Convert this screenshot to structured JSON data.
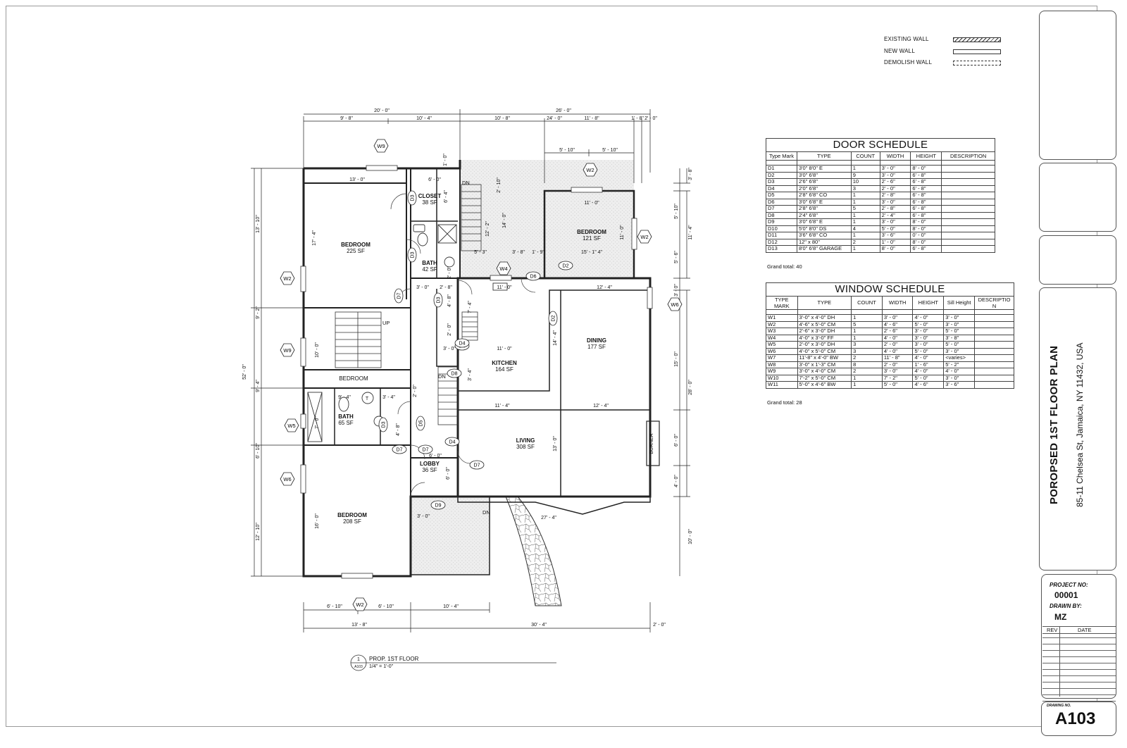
{
  "legend": [
    {
      "label": "EXISTING WALL",
      "style": "existing"
    },
    {
      "label": "NEW WALL",
      "style": "new"
    },
    {
      "label": "DEMOLISH WALL",
      "style": "demolish"
    }
  ],
  "door_schedule": {
    "title": "DOOR SCHEDULE",
    "headers": [
      "Type Mark",
      "TYPE",
      "COUNT",
      "WIDTH",
      "HEIGHT",
      "DESCRIPTION"
    ],
    "rows": [
      [
        "D1",
        "3'0\" 8'0\" E",
        "1",
        "3' - 0\"",
        "8' - 0\"",
        ""
      ],
      [
        "D2",
        "3'0\" 6'8\"",
        "9",
        "3' - 0\"",
        "6' - 8\"",
        ""
      ],
      [
        "D3",
        "2'6\" 6'8\"",
        "10",
        "2' - 6\"",
        "6' - 8\"",
        ""
      ],
      [
        "D4",
        "2'0\" 6'8\"",
        "3",
        "2' - 0\"",
        "6' - 8\"",
        ""
      ],
      [
        "D5",
        "2'8\" 6'8\" CO",
        "1",
        "2' - 8\"",
        "6' - 8\"",
        ""
      ],
      [
        "D6",
        "3'0\" 6'8\" E",
        "1",
        "3' - 0\"",
        "6' - 8\"",
        ""
      ],
      [
        "D7",
        "2'8\" 6'8\"",
        "5",
        "2' - 8\"",
        "6' - 8\"",
        ""
      ],
      [
        "D8",
        "2'4\" 6'8\"",
        "1",
        "2' - 4\"",
        "6' - 8\"",
        ""
      ],
      [
        "D9",
        "3'0\" 6'8\" E",
        "1",
        "3' - 0\"",
        "8' - 0\"",
        ""
      ],
      [
        "D10",
        "5'0\" 8'0\" DS",
        "4",
        "5' - 0\"",
        "8' - 0\"",
        ""
      ],
      [
        "D11",
        "3'6\" 6'8\" CO",
        "1",
        "3' - 6\"",
        "0' - 0\"",
        ""
      ],
      [
        "D12",
        "12\" x 80\"",
        "2",
        "1' - 0\"",
        "8' - 0\"",
        ""
      ],
      [
        "D13",
        "8'0\" 6'8\" GARAGE",
        "1",
        "8' - 0\"",
        "6' - 8\"",
        ""
      ]
    ],
    "grand_total": "Grand total: 40"
  },
  "window_schedule": {
    "title": "WINDOW SCHEDULE",
    "headers": [
      "TYPE MARK",
      "TYPE",
      "COUNT",
      "WIDTH",
      "HEIGHT",
      "Sill Height",
      "DESCRIPTIO N"
    ],
    "rows": [
      [
        "W1",
        "3'-0\" x 4'-0\" DH",
        "1",
        "3' - 0\"",
        "4' - 0\"",
        "3' - 0\"",
        ""
      ],
      [
        "W2",
        "4'-6\" x 5'-0\" CM",
        "5",
        "4' - 6\"",
        "5' - 0\"",
        "3' - 0\"",
        ""
      ],
      [
        "W3",
        "2'-6\" x 3'-0\" DH",
        "1",
        "2' - 6\"",
        "3' - 0\"",
        "5' - 0\"",
        ""
      ],
      [
        "W4",
        "4'-0\" x 3'-0\" FF",
        "1",
        "4' - 0\"",
        "3' - 0\"",
        "3' - 8\"",
        ""
      ],
      [
        "W5",
        "2'-0\" x 3'-0\" DH",
        "3",
        "2' - 0\"",
        "3' - 0\"",
        "5' - 0\"",
        ""
      ],
      [
        "W6",
        "4'-0\" x 5'-0\" CM",
        "3",
        "4' - 0\"",
        "5' - 0\"",
        "3' - 0\"",
        ""
      ],
      [
        "W7",
        "11'-8\" x 4'-0\" BW",
        "2",
        "11' - 8\"",
        "4' - 0\"",
        "<varies>",
        ""
      ],
      [
        "W8",
        "3'-0\" x 1'-3\" CM",
        "8",
        "2' - 0\"",
        "1' - 6\"",
        "5' - 2\"",
        ""
      ],
      [
        "W9",
        "3'-0\" x 4'-0\" CM",
        "2",
        "3' - 0\"",
        "4' - 0\"",
        "4' - 0\"",
        ""
      ],
      [
        "W10",
        "7'-2\" x 5'-0\" CM",
        "1",
        "7' - 2\"",
        "5' - 0\"",
        "3' - 0\"",
        ""
      ],
      [
        "W11",
        "5'-0\" x 4'-6\" BW",
        "1",
        "5' - 0\"",
        "4' - 6\"",
        "3' - 6\"",
        ""
      ]
    ],
    "grand_total": "Grand total: 28"
  },
  "title_block": {
    "project_no_label": "PROJECT NO:",
    "project_no": "00001",
    "drawn_by_label": "DRAWN BY:",
    "drawn_by": "MZ",
    "rev_label": "REV",
    "date_label": "DATE",
    "drawing_no_label": "DRAWING NO.",
    "drawing_no": "A103",
    "sheet_title": "POROPSED 1ST FLOOR PLAN",
    "address": "85-11 Chelsea St, Jamaica, NY 11432, USA"
  },
  "view_title": {
    "number": "1",
    "sheet_ref": "A103",
    "name": "PROP. 1ST FLOOR",
    "scale": "1/4\" = 1'-0\""
  },
  "rooms": [
    {
      "name": "BEDROOM",
      "area": "225 SF"
    },
    {
      "name": "CLOSET",
      "area": "38 SF"
    },
    {
      "name": "BATH",
      "area": "42 SF"
    },
    {
      "name": "BEDROOM",
      "area": "121 SF"
    },
    {
      "name": "KITCHEN",
      "area": "164 SF"
    },
    {
      "name": "DINING",
      "area": "177 SF"
    },
    {
      "name": "BEDROOM",
      "area": ""
    },
    {
      "name": "BATH",
      "area": "65 SF"
    },
    {
      "name": "LIVING",
      "area": "308 SF"
    },
    {
      "name": "LOBBY",
      "area": "36 SF"
    },
    {
      "name": "BEDROOM",
      "area": "208 SF"
    }
  ],
  "plan_labels": {
    "dn1": "DN",
    "dn2": "DN",
    "dn3": "DN",
    "up": "UP",
    "burner": "BURNER",
    "toilet_t": "T"
  },
  "tags": {
    "windows": [
      "W9",
      "W2",
      "W2",
      "W9",
      "W2",
      "W5",
      "W6",
      "W4",
      "W6",
      "W2"
    ],
    "doors": [
      "D3",
      "D3",
      "D7",
      "D3",
      "D2",
      "D6",
      "D2",
      "D4",
      "D8",
      "D4",
      "D3",
      "D5",
      "D7",
      "D7",
      "D4",
      "D7",
      "D9"
    ]
  },
  "dimensions": {
    "top": [
      "20' - 0\"",
      "26' - 0\"",
      "9' - 8\"",
      "10' - 4\"",
      "10' - 8\"",
      "24' - 0\"",
      "11' - 8\"",
      "1' - 8\"",
      "2' - 0\"",
      "5' - 10\"",
      "5' - 10\""
    ],
    "left": [
      "52' - 0\"",
      "13' - 10\"",
      "9' - 2\"",
      "9' - 4\"",
      "6' - 10\"",
      "12' - 10\""
    ],
    "right": [
      "3' - 8\"",
      "5' - 10\"",
      "11' - 4\"",
      "5' - 6\"",
      "3' - 0\"",
      "15' - 0\"",
      "28' - 0\"",
      "6' - 0\"",
      "4' - 0\"",
      "10' - 0\""
    ],
    "bottom": [
      "6' - 10\"",
      "6' - 10\"",
      "10' - 4\"",
      "13' - 8\"",
      "30' - 4\"",
      "2' - 0\""
    ],
    "interior": [
      "13' - 0\"",
      "6' - 0\"",
      "6' - 4\"",
      "17' - 4\"",
      "1' - 0\"",
      "2' - 10\"",
      "12' - 2\"",
      "14' - 0\"",
      "5' - 3\"",
      "3' - 8\"",
      "1' - 9\"",
      "11' - 0\"",
      "15' - 1\" 4\"",
      "11' - 0\"",
      "2' - 0\"",
      "3' - 0\"",
      "2' - 8\"",
      "4' - 8\"",
      "11' - 0\"",
      "12' - 4\"",
      "7' - 4\"",
      "2' - 0\"",
      "3' - 0\"",
      "11' - 0\"",
      "3' - 4\"",
      "14' - 4\"",
      "10' - 0\"",
      "9' - 4\"",
      "3' - 4\"",
      "2' - 0\"",
      "7' - 0\"",
      "4' - 8\"",
      "11' - 4\"",
      "12' - 4\"",
      "13' - 0\"",
      "6' - 0\"",
      "6' - 0\"",
      "16' - 0\"",
      "3' - 0\"",
      "27' - 4\""
    ]
  }
}
